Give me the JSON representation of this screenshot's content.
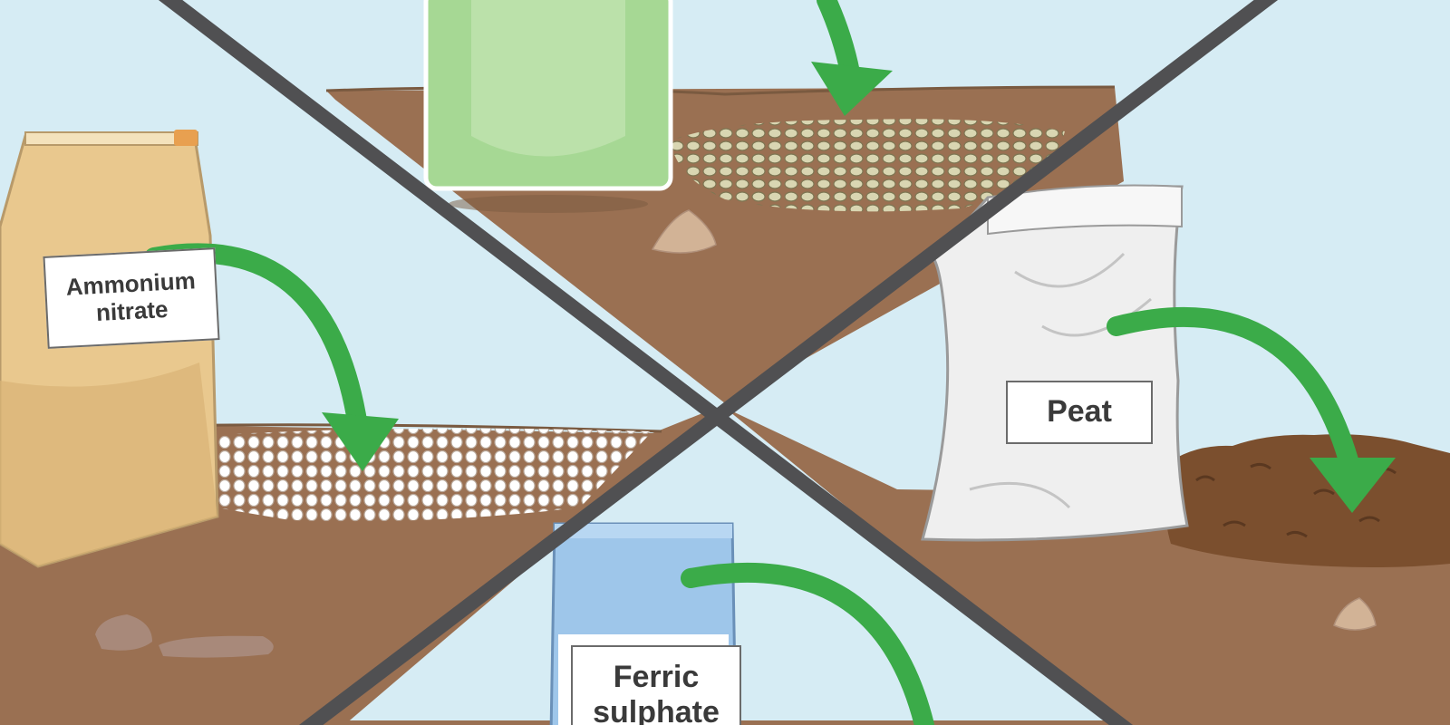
{
  "labels": {
    "ammonium_nitrate": "Ammonium\nnitrate",
    "peat": "Peat",
    "ferric_sulphate": "Ferric\nsulphate"
  },
  "colors": {
    "sky": "#d6ecf4",
    "soil": "#9a7052",
    "soil_dark": "#7a5a40",
    "arrow": "#3bab49",
    "divider": "#505052",
    "paper_bag": "#e9c88e",
    "peat_bag": "#efefef",
    "ferric_packet": "#9ec6ea",
    "liquid": "#a6d894"
  },
  "icons": [
    "green-arrow-icon",
    "divider-x-icon"
  ]
}
